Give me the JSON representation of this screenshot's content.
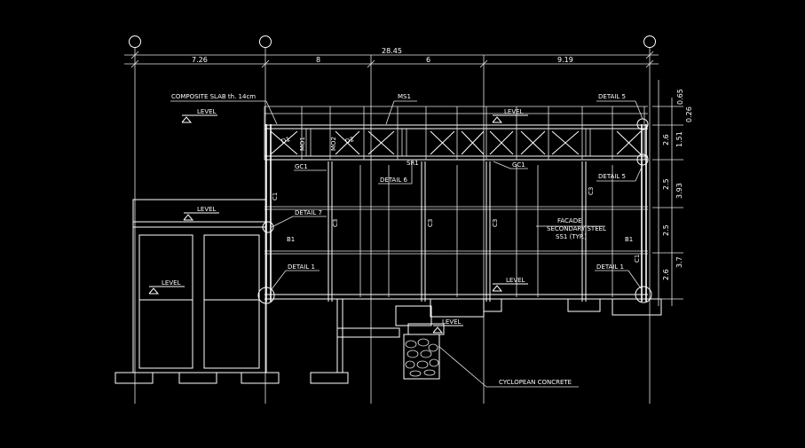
{
  "drawing": {
    "background": "#000000",
    "line_color": "#ffffff",
    "overall_dimension": "28.45",
    "bay_dimensions": [
      "7.26",
      "8",
      "6",
      "9.19"
    ],
    "vertical_dims": [
      "0.65",
      "0.26",
      "2.6",
      "1.51",
      "2.5",
      "3.93",
      "2.5",
      "2.6",
      "3.7"
    ],
    "labels": {
      "composite_slab": "COMPOSITE SLAB th. 14cm",
      "level": "LEVEL",
      "ms1": "MS1",
      "detail5_top": "DETAIL 5",
      "detail5_mid": "DETAIL 5",
      "detail6": "DETAIL 6",
      "detail7": "DETAIL 7",
      "detail1_left": "DETAIL 1",
      "detail1_right": "DETAIL 1",
      "gc1_left": "GC1",
      "gc1_right": "GC1",
      "facade_1": "FACADE",
      "facade_2": "SECONDARY STEEL",
      "facade_3": "SS1 (TYP.)",
      "cyclopean": "CYCLOPEAN CONCRETE",
      "b1_left": "B1",
      "b1_right": "B1",
      "c1_left": "C1",
      "c1_right": "C1",
      "c3_a": "C3",
      "c3_b": "C3",
      "c3_c": "C3",
      "c3_d": "C3",
      "sr1": "SR1",
      "d1": "D1",
      "mo1": "MO1",
      "mo2": "MO2",
      "d2": "D2"
    }
  }
}
